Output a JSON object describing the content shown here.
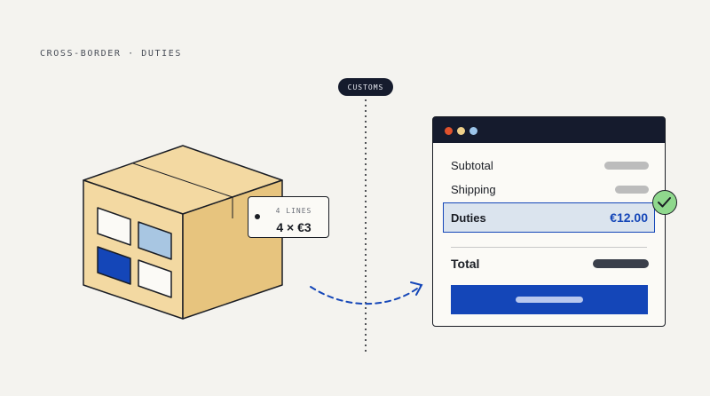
{
  "header": {
    "eyebrow": "CROSS-BORDER · DUTIES"
  },
  "border": {
    "label": "CUSTOMS"
  },
  "package": {
    "tag_lines": "4 LINES",
    "tag_quantity": "4 × €3",
    "window_colors": [
      "#fbfaf6",
      "#a8c6e2",
      "#1446b8",
      "#fbfaf6"
    ]
  },
  "checkout": {
    "rows": [
      {
        "label": "Subtotal"
      },
      {
        "label": "Shipping"
      }
    ],
    "duties": {
      "label": "Duties",
      "amount": "€12.00",
      "status_icon": "check-icon"
    },
    "total": {
      "label": "Total"
    },
    "window_dots": [
      "#e0522c",
      "#efd08a",
      "#9cc5ea"
    ]
  },
  "colors": {
    "background": "#f4f3ef",
    "ink": "#1a1d24",
    "accent_blue": "#1446b8",
    "box_light": "#f3d9a2",
    "box_dark": "#e7c47e",
    "success": "#8fd88d"
  }
}
